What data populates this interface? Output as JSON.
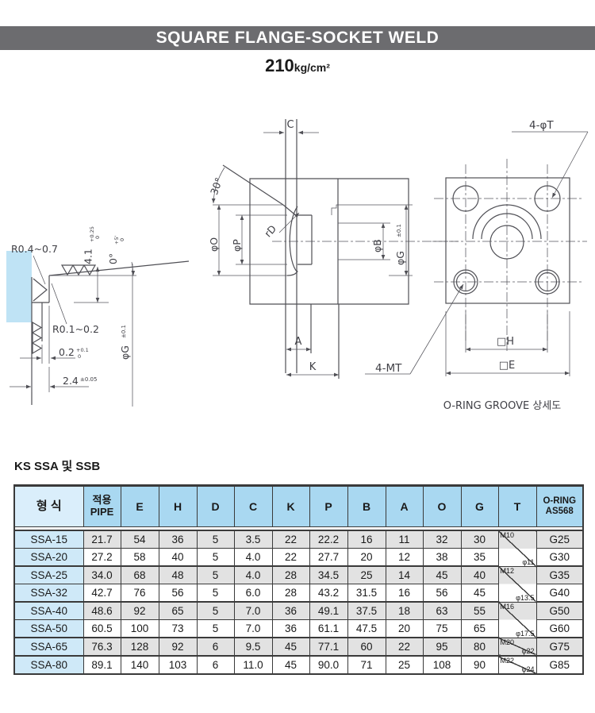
{
  "page": {
    "title_banner": "SQUARE FLANGE-SOCKET WELD",
    "pressure_value": "210",
    "pressure_unit": "kg/cm²"
  },
  "drawings": {
    "caption": "O-RING GROOVE 상세도",
    "detail": {
      "radius_outer": "R0.4~0.7",
      "radius_inner": "R0.1~0.2",
      "depth": "4.1",
      "depth_tol_plus": "+0.25",
      "depth_tol_zero": "0",
      "angle": "0°",
      "angle_tol_plus": "+5'",
      "angle_tol_zero": "0",
      "width_small": "0.2",
      "width_small_tol_plus": "+0.1",
      "width_small_tol_zero": "0",
      "width_large": "2.4",
      "width_large_tol": "±0.05",
      "groove_dia": "φG",
      "groove_dia_tol": "±0.1"
    },
    "section": {
      "dim_c": "C",
      "angle_30": "30°",
      "radius_rd": "rD",
      "dia_o": "φO",
      "dia_p": "φP",
      "dia_b": "φB",
      "dia_g": "φG",
      "dia_g_tol": "±0.1",
      "dim_a": "A",
      "dim_k": "K",
      "thread_label": "4-MT"
    },
    "front": {
      "hole_label": "4-φT",
      "dim_h": "□H",
      "dim_e": "□E"
    }
  },
  "table": {
    "heading": "KS SSA 및 SSB",
    "header": {
      "model": "형  식",
      "pipe_line1": "적용",
      "pipe_line2": "PIPE",
      "dims": [
        "E",
        "H",
        "D",
        "C",
        "K",
        "P",
        "B",
        "A",
        "O",
        "G",
        "T"
      ],
      "oring_line1": "O-RING",
      "oring_line2": "AS568"
    },
    "rows": [
      {
        "model": "SSA-15",
        "pipe": "21.7",
        "E": "54",
        "H": "36",
        "D": "5",
        "C": "3.5",
        "K": "22",
        "P": "22.2",
        "B": "16",
        "A": "11",
        "O": "32",
        "G": "30",
        "oring": "G25"
      },
      {
        "model": "SSA-20",
        "pipe": "27.2",
        "E": "58",
        "H": "40",
        "D": "5",
        "C": "4.0",
        "K": "22",
        "P": "27.7",
        "B": "20",
        "A": "12",
        "O": "38",
        "G": "35",
        "oring": "G30"
      },
      {
        "model": "SSA-25",
        "pipe": "34.0",
        "E": "68",
        "H": "48",
        "D": "5",
        "C": "4.0",
        "K": "28",
        "P": "34.5",
        "B": "25",
        "A": "14",
        "O": "45",
        "G": "40",
        "oring": "G35"
      },
      {
        "model": "SSA-32",
        "pipe": "42.7",
        "E": "76",
        "H": "56",
        "D": "5",
        "C": "6.0",
        "K": "28",
        "P": "43.2",
        "B": "31.5",
        "A": "16",
        "O": "56",
        "G": "45",
        "oring": "G40"
      },
      {
        "model": "SSA-40",
        "pipe": "48.6",
        "E": "92",
        "H": "65",
        "D": "5",
        "C": "7.0",
        "K": "36",
        "P": "49.1",
        "B": "37.5",
        "A": "18",
        "O": "63",
        "G": "55",
        "oring": "G50"
      },
      {
        "model": "SSA-50",
        "pipe": "60.5",
        "E": "100",
        "H": "73",
        "D": "5",
        "C": "7.0",
        "K": "36",
        "P": "61.1",
        "B": "47.5",
        "A": "20",
        "O": "75",
        "G": "65",
        "oring": "G60"
      },
      {
        "model": "SSA-65",
        "pipe": "76.3",
        "E": "128",
        "H": "92",
        "D": "6",
        "C": "9.5",
        "K": "45",
        "P": "77.1",
        "B": "60",
        "A": "22",
        "O": "95",
        "G": "80",
        "oring": "G75"
      },
      {
        "model": "SSA-80",
        "pipe": "89.1",
        "E": "140",
        "H": "103",
        "D": "6",
        "C": "11.0",
        "K": "45",
        "P": "90.0",
        "B": "71",
        "A": "25",
        "O": "108",
        "G": "90",
        "oring": "G85"
      }
    ],
    "t_cells": [
      {
        "rows": [
          0,
          1
        ],
        "thread": "M10",
        "dia": "φ11"
      },
      {
        "rows": [
          2,
          3
        ],
        "thread": "M12",
        "dia": "φ13.5"
      },
      {
        "rows": [
          4,
          5
        ],
        "thread": "M16",
        "dia": "φ17.5"
      },
      {
        "rows": [
          6
        ],
        "thread": "M20",
        "dia": "φ22"
      },
      {
        "rows": [
          7
        ],
        "thread": "M22",
        "dia": "φ24"
      }
    ]
  },
  "colors": {
    "banner_bg": "#6c6c6f",
    "header_blue": "#a9d8f1",
    "header_model_blue": "#daeefb",
    "body_model_blue": "#cfe9f8",
    "row_gray": "#e2e2e2",
    "highlight_blue": "#bfe3f5",
    "line": "#4f4f55"
  }
}
